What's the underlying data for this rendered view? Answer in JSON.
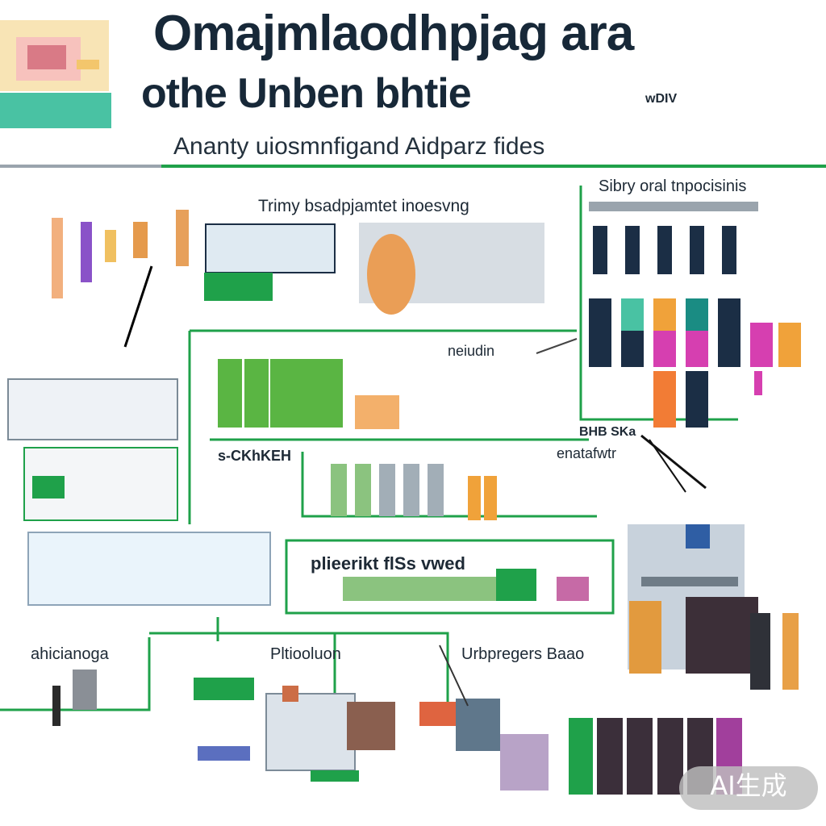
{
  "header": {
    "title_line1": "Omajmlaodhpjag ara",
    "title_line2": "othe Unben bhtie",
    "title_line2_tag": "wDIV",
    "subtitle": "Ananty uiosmnfigand Aidparz fides"
  },
  "labels": {
    "top_center": "Trimy bsadpjamtet inoesvng",
    "top_right": "Sibry oral tnpocisinis",
    "mid_right_small": "neiudin",
    "left_mid": "s-CKhKEH",
    "right_mid_top": "BHB SKa",
    "right_mid_bottom": "enatafwtr",
    "center_lower": "plieerikt flSs vwed",
    "bottom_left": "ahicianoga",
    "bottom_center": "Pltiooluon",
    "bottom_right": "Urbpregers Baao"
  },
  "watermark": {
    "text": "AI生成"
  },
  "colors": {
    "accent_green": "#1fa14a",
    "teal": "#49c2a3",
    "navy": "#1b2e45",
    "orange": "#f0a23a",
    "magenta": "#d63fb0",
    "gray": "#9aa4ad",
    "lightgray": "#d8dde2"
  }
}
